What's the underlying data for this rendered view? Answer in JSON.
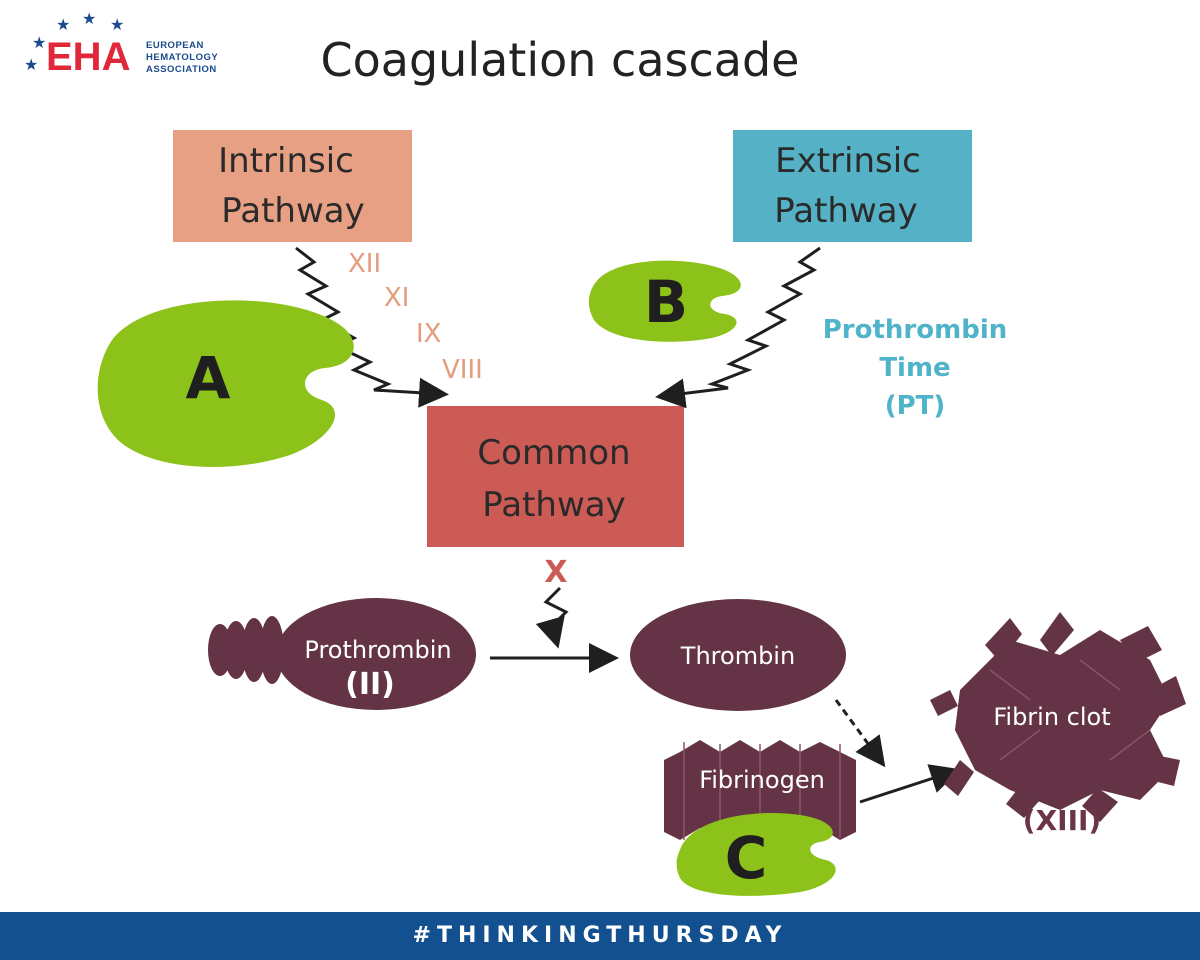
{
  "logo": {
    "text": "EHA",
    "line1": "EUROPEAN",
    "line2": "HEMATOLOGY",
    "line3": "ASSOCIATION"
  },
  "title": "Coagulation cascade",
  "intrinsic": {
    "line1": "Intrinsic",
    "line2": "Pathway"
  },
  "extrinsic": {
    "line1": "Extrinsic",
    "line2": "Pathway"
  },
  "common": {
    "line1": "Common",
    "line2": "Pathway"
  },
  "factors": [
    "XII",
    "XI",
    "IX",
    "VIII"
  ],
  "pt": {
    "line1": "Prothrombin",
    "line2": "Time",
    "line3": "(PT)"
  },
  "blobs": {
    "a": "A",
    "b": "B",
    "c": "C"
  },
  "block_mark": "X",
  "prothrombin": {
    "line1": "Prothrombin",
    "line2": "(II)"
  },
  "thrombin": "Thrombin",
  "fibrinogen": "Fibrinogen",
  "fibrin_clot": "Fibrin clot",
  "xiii": "(XIII)",
  "footer": "#THINKINGTHURSDAY",
  "colors": {
    "intrinsic": "#e8a085",
    "extrinsic": "#55b1c6",
    "common": "#cc5a55",
    "molecule": "#643446",
    "blob": "#8cc219",
    "footer": "#12508f"
  }
}
